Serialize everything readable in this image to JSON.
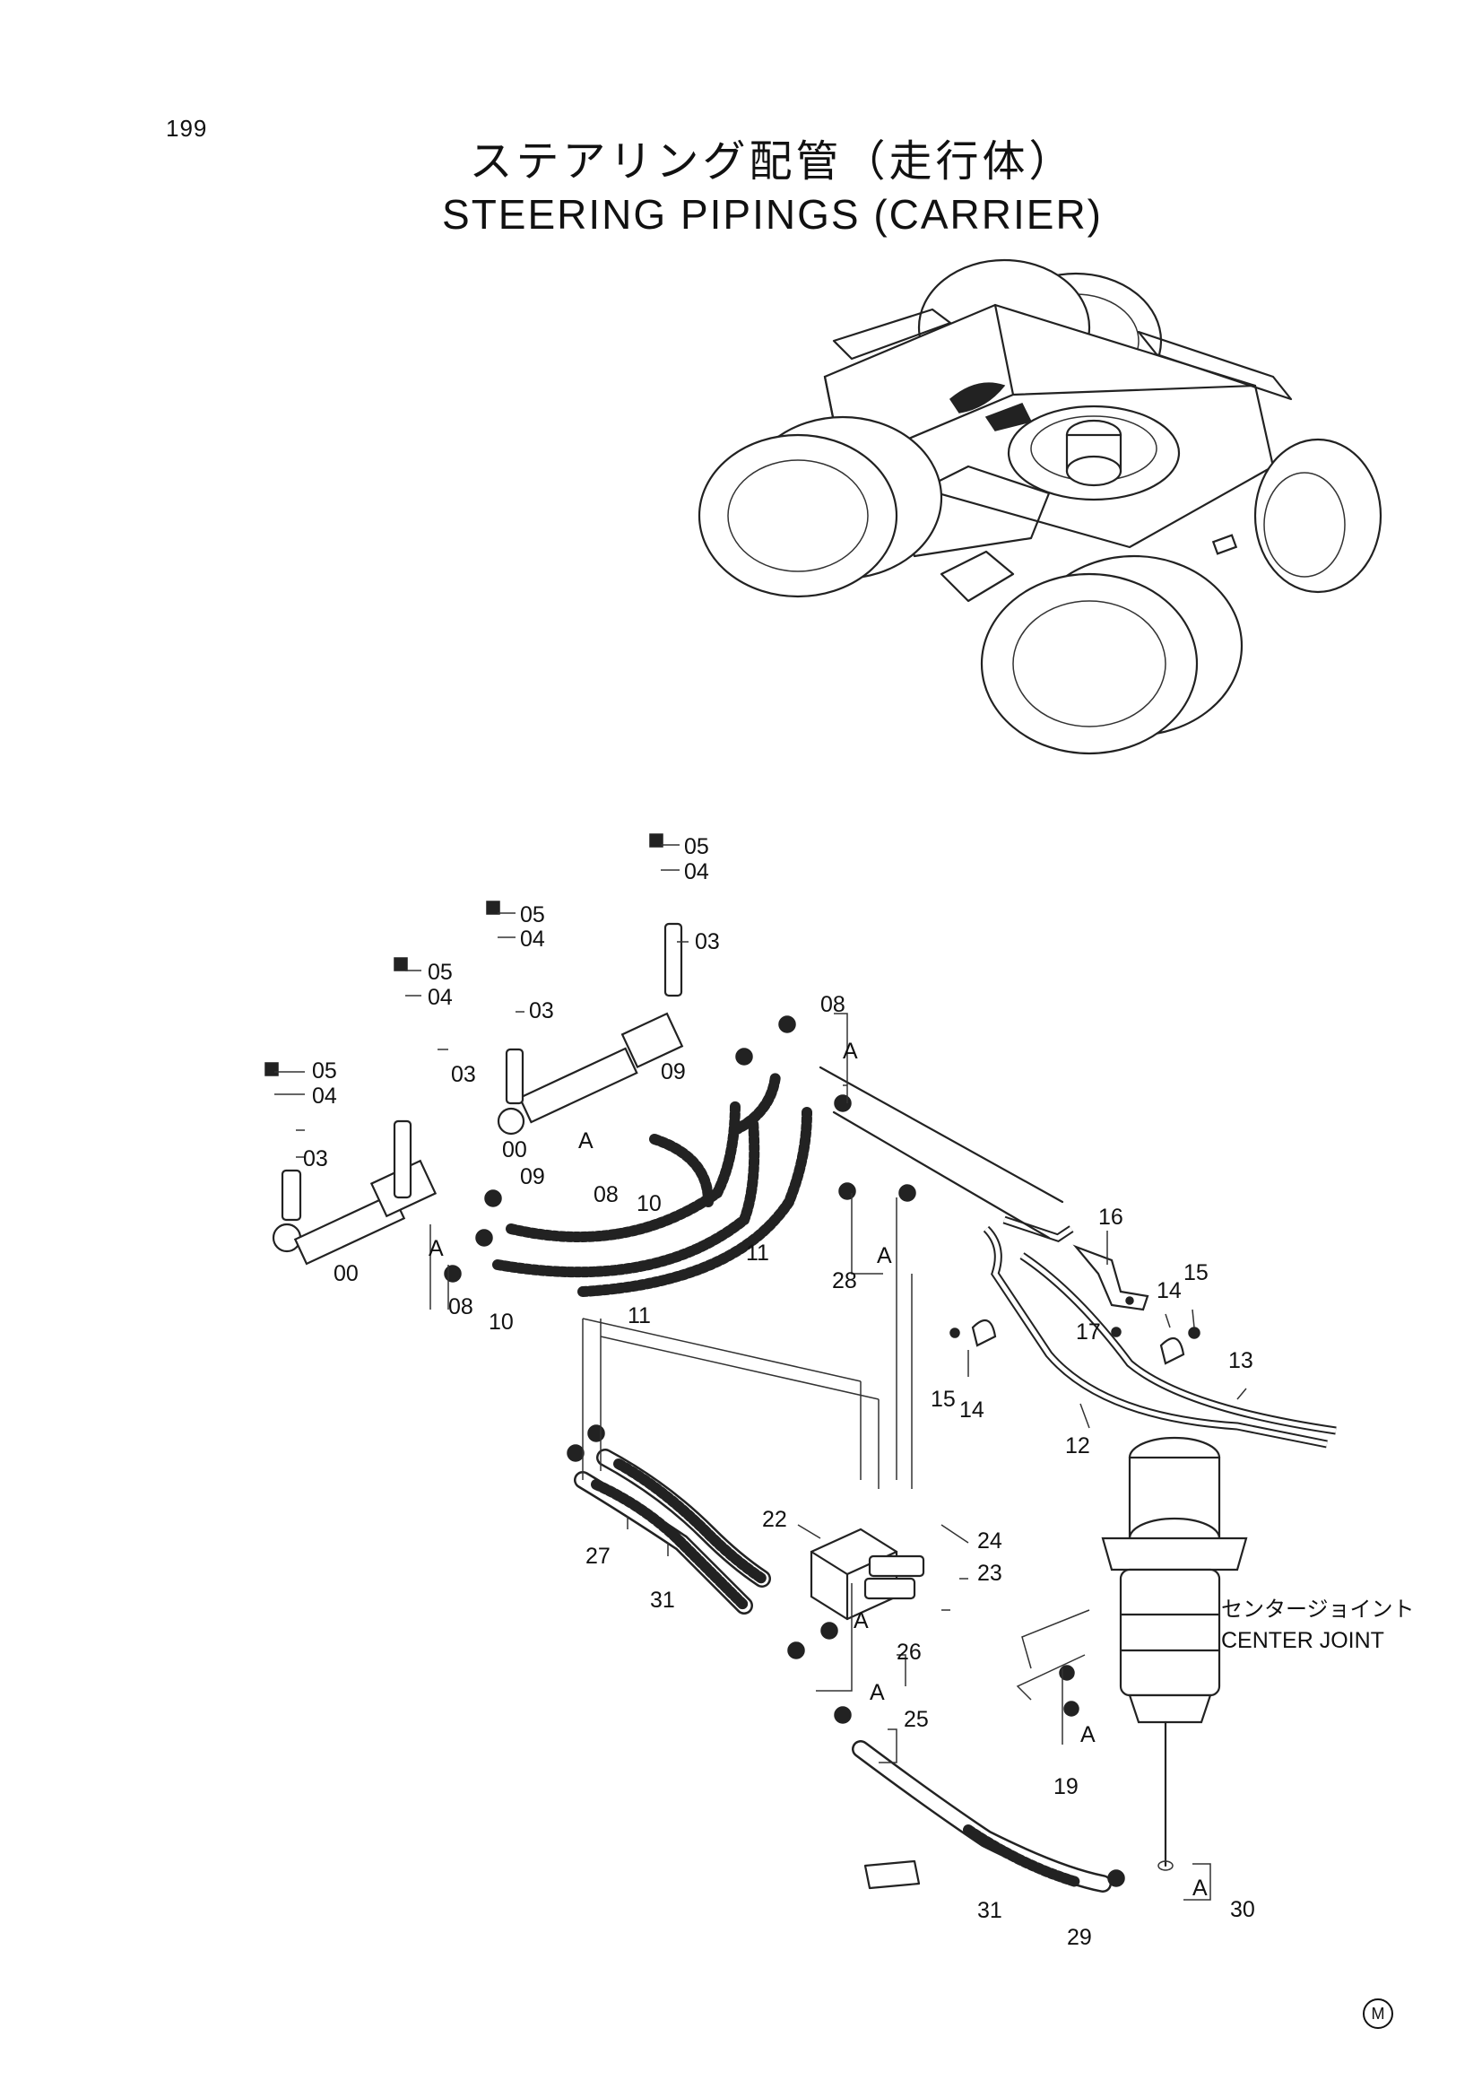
{
  "page": {
    "number": "199",
    "title_jp": "ステアリング配管（走行体）",
    "title_en": "STEERING PIPINGS (CARRIER)",
    "mark": "M"
  },
  "center_joint": {
    "label_jp": "センタージョイント",
    "label_en": "CENTER JOINT"
  },
  "callouts": {
    "p00": "00",
    "p03": "03",
    "p04": "04",
    "p05": "05",
    "p08": "08",
    "p09": "09",
    "p10": "10",
    "p11": "11",
    "p12": "12",
    "p13": "13",
    "p14": "14",
    "p15": "15",
    "p16": "16",
    "p17": "17",
    "p19": "19",
    "p22": "22",
    "p23": "23",
    "p24": "24",
    "p25": "25",
    "p26": "26",
    "p27": "27",
    "p28": "28",
    "p29": "29",
    "p30": "30",
    "p31": "31",
    "ref_a": "A"
  }
}
